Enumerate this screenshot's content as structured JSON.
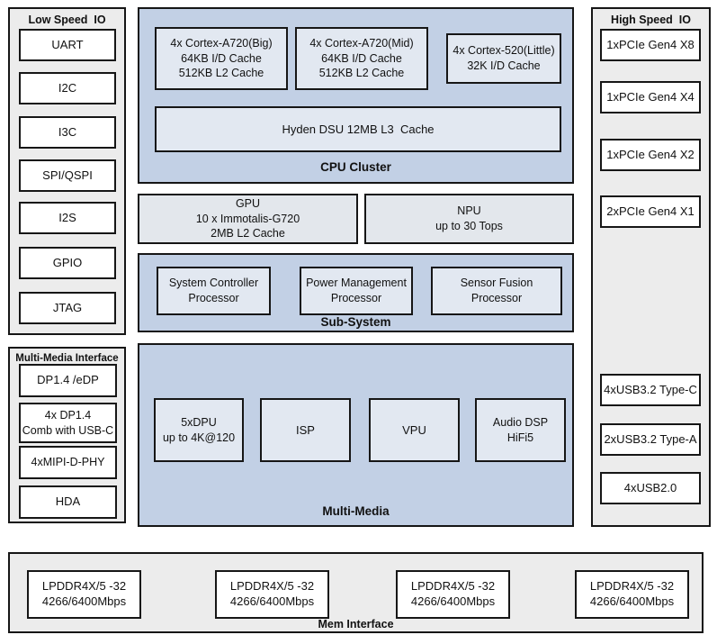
{
  "colors": {
    "container_blue": "#c2d0e5",
    "inner_box_blue_tint": "#e2e8f1",
    "inner_box_gray": "#e3e7ec",
    "panel_gray": "#ececec",
    "white_box": "#ffffff",
    "border": "#161616"
  },
  "low_speed_io": {
    "title": "Low Speed  IO",
    "items": [
      "UART",
      "I2C",
      "I3C",
      "SPI/QSPI",
      "I2S",
      "GPIO",
      "JTAG"
    ]
  },
  "multimedia_interface": {
    "title": "Multi-Media Interface",
    "items": [
      [
        "DP1.4 /eDP"
      ],
      [
        "4x DP1.4",
        "Comb with USB-C"
      ],
      [
        "4xMIPI-D-PHY"
      ],
      [
        "HDA"
      ]
    ]
  },
  "cpu_cluster": {
    "label": "CPU Cluster",
    "cores": [
      [
        "4x Cortex-A720(Big)",
        "64KB I/D Cache",
        "512KB L2 Cache"
      ],
      [
        "4x Cortex-A720(Mid)",
        "64KB I/D Cache",
        "512KB L2 Cache"
      ],
      [
        "4x Cortex-520(Little)",
        "32K I/D Cache"
      ]
    ],
    "l3_cache": "Hyden DSU 12MB L3  Cache"
  },
  "gpu": [
    "GPU",
    "10 x Immotalis-G720",
    "2MB L2 Cache"
  ],
  "npu": [
    "NPU",
    "up to 30 Tops"
  ],
  "sub_system": {
    "label": "Sub-System",
    "items": [
      [
        "System Controller",
        "Processor"
      ],
      [
        "Power Management",
        "Processor"
      ],
      [
        "Sensor Fusion",
        "Processor"
      ]
    ]
  },
  "multi_media": {
    "label": "Multi-Media",
    "items": [
      [
        "5xDPU",
        "up to 4K@120"
      ],
      [
        "ISP"
      ],
      [
        "VPU"
      ],
      [
        "Audio DSP",
        "HiFi5"
      ]
    ]
  },
  "high_speed_io": {
    "title": "High Speed  IO",
    "items": [
      "1xPCIe Gen4 X8",
      "1xPCIe Gen4 X4",
      "1xPCIe Gen4 X2",
      "2xPCIe Gen4 X1",
      "4xUSB3.2 Type-C",
      "2xUSB3.2 Type-A",
      "4xUSB2.0"
    ]
  },
  "mem_interface": {
    "title": "Mem Interface",
    "banks": [
      [
        "LPDDR4X/5 -32",
        "4266/6400Mbps"
      ],
      [
        "LPDDR4X/5 -32",
        "4266/6400Mbps"
      ],
      [
        "LPDDR4X/5 -32",
        "4266/6400Mbps"
      ],
      [
        "LPDDR4X/5 -32",
        "4266/6400Mbps"
      ]
    ]
  }
}
